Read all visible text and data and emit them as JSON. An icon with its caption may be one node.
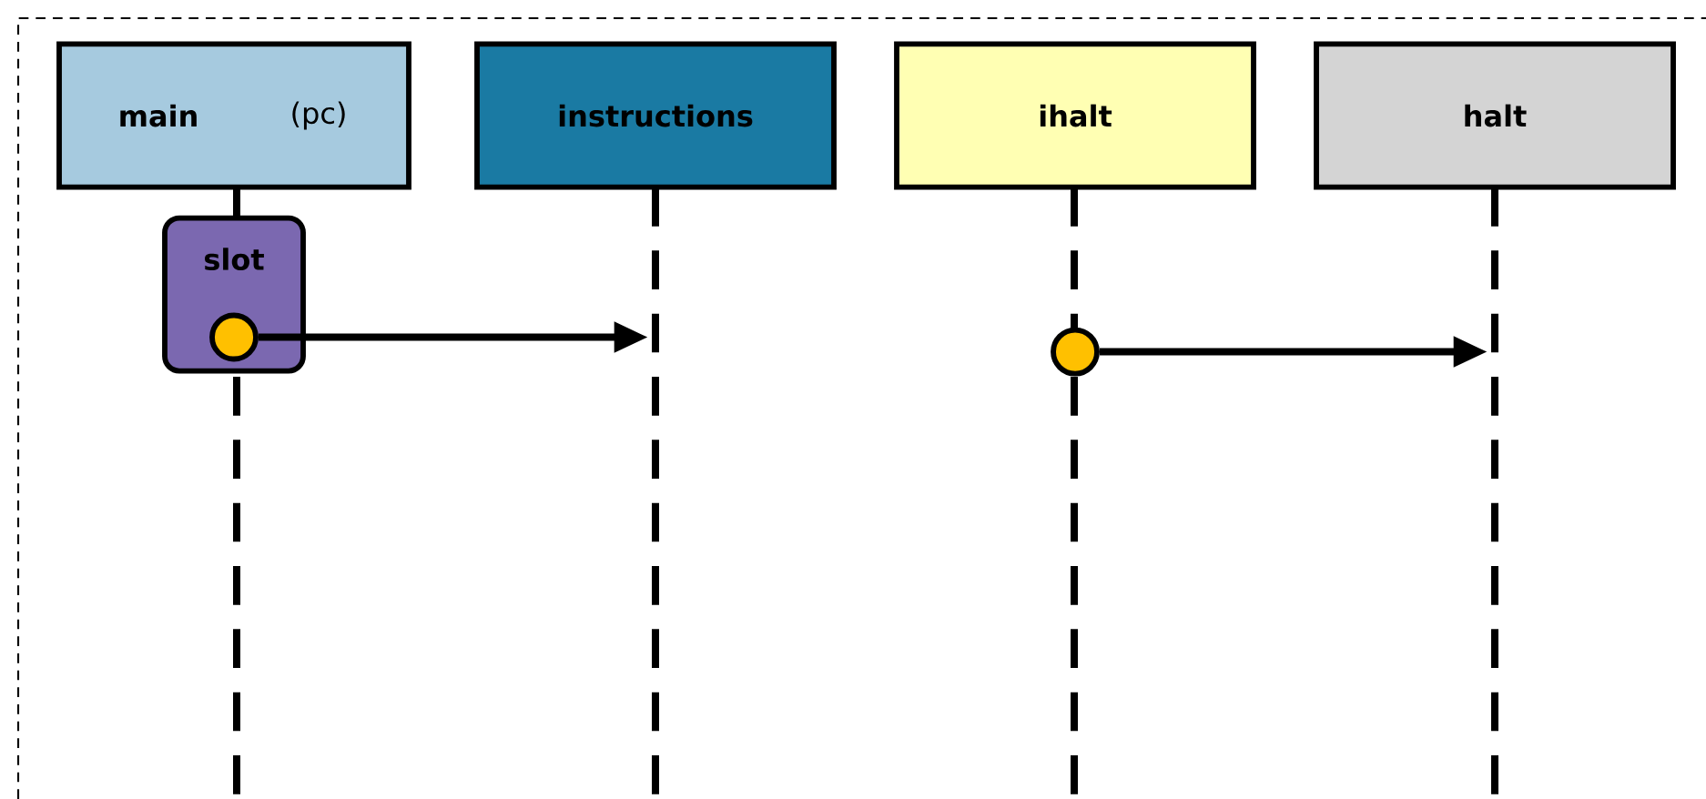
{
  "diagram": {
    "nodes": [
      {
        "text": [
          "main",
          "(pc)"
        ]
      },
      {
        "text": [
          "instructions"
        ]
      },
      {
        "text": [
          "ihalt"
        ]
      },
      {
        "text": [
          "halt"
        ]
      },
      {
        "text": [
          "slot"
        ],
        "in": 0
      },
      {
        "text": [],
        "shape": "circle",
        "in": 4
      },
      {
        "text": [],
        "shape": "circle",
        "in": 2
      }
    ],
    "edges": [
      {
        "from": 5,
        "to": 1,
        "arrow": "to"
      },
      {
        "from": 6,
        "to": 3,
        "arrow": "to"
      }
    ]
  }
}
